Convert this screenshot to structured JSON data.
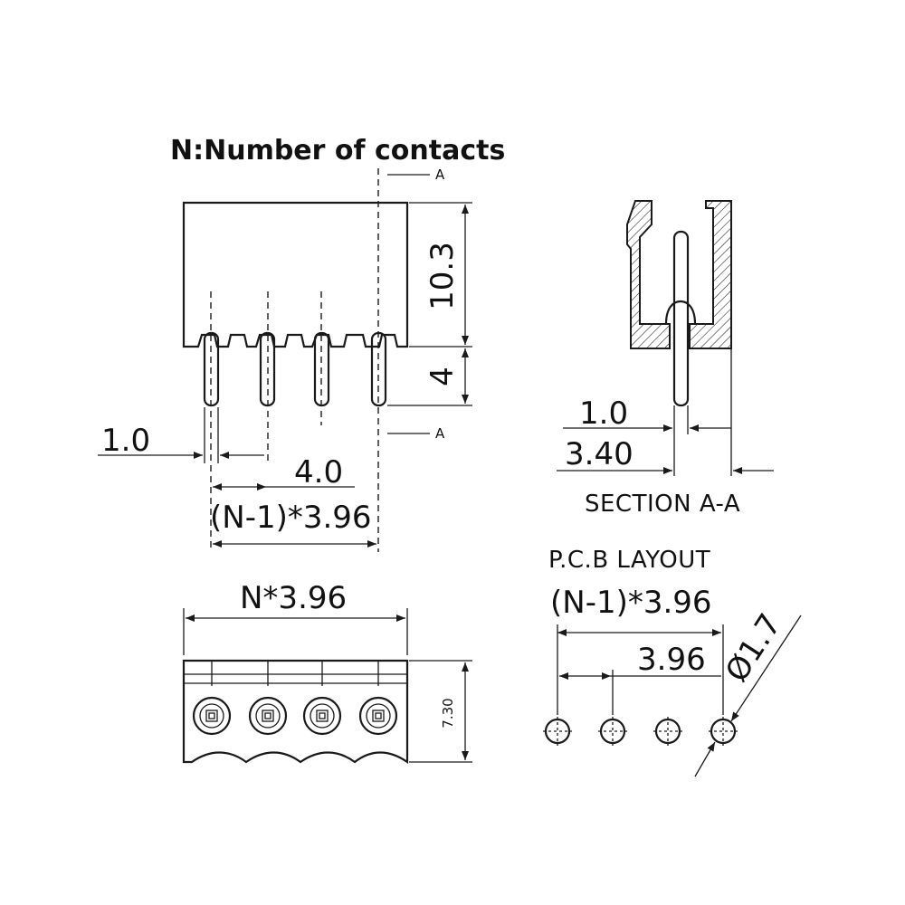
{
  "diagram": {
    "title": "N:Number of contacts",
    "section_marker": "A",
    "front_view": {
      "height_dim": "10.3",
      "pin_dim": "4",
      "pin_width_dim": "1.0",
      "pin_pitch_dim": "4.0",
      "span_dim": "(N-1)*3.96"
    },
    "section_view": {
      "pin_width_dim": "1.0",
      "offset_dim": "3.40",
      "label": "SECTION A-A"
    },
    "top_view": {
      "width_dim": "N*3.96",
      "depth_dim": "7.30"
    },
    "pcb_layout": {
      "label": "P.C.B LAYOUT",
      "span_dim": "(N-1)*3.96",
      "pitch_dim": "3.96",
      "hole_dim": "Ø1.7"
    }
  },
  "colors": {
    "line": "#1a1a1a",
    "text": "#111111",
    "background": "#ffffff"
  }
}
